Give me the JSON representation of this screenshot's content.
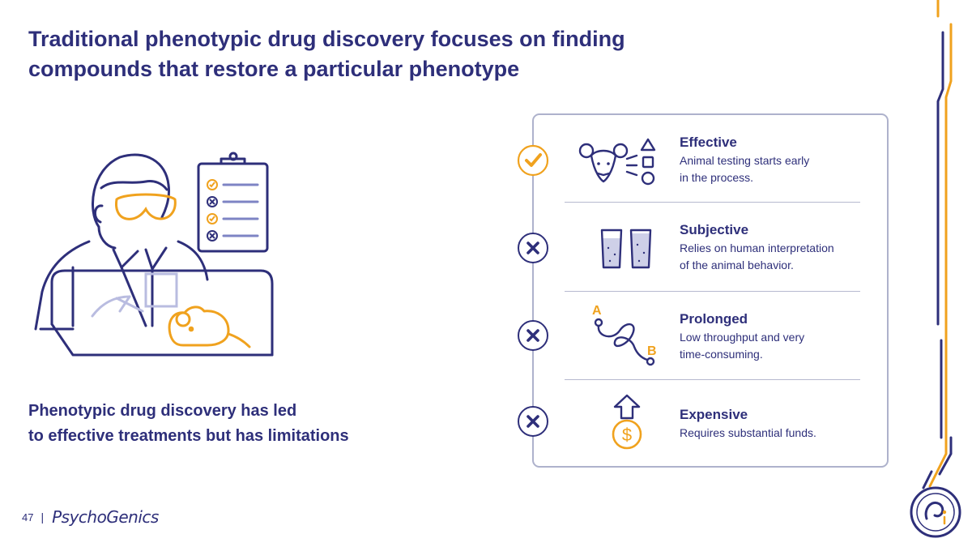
{
  "slide": {
    "title": "Traditional phenotypic drug discovery focuses on finding compounds that restore a particular phenotype",
    "subtitle_line1": "Phenotypic drug discovery has led",
    "subtitle_line2": "to effective treatments but has limitations",
    "page_number": "47",
    "separator": "|",
    "brand": "PsychoGenics"
  },
  "items": [
    {
      "title": "Effective",
      "description_line1": "Animal testing starts early",
      "description_line2": "in the process.",
      "status": "check",
      "icon": "mouse-shapes-icon"
    },
    {
      "title": "Subjective",
      "description_line1": "Relies on human interpretation",
      "description_line2": "of the animal behavior.",
      "status": "cross",
      "icon": "beakers-icon"
    },
    {
      "title": "Prolonged",
      "description_line1": "Low throughput and very",
      "description_line2": "time-consuming.",
      "status": "cross",
      "icon": "winding-path-icon"
    },
    {
      "title": "Expensive",
      "description_line1": "Requires substantial funds.",
      "description_line2": "",
      "status": "cross",
      "icon": "dollar-up-icon"
    }
  ],
  "path_labels": {
    "a": "A",
    "b": "B",
    "dollar": "$"
  },
  "colors": {
    "navy": "#2e2f7a",
    "orange": "#f0a21e",
    "lilac": "#7e84c4",
    "border": "#aeb2cc"
  }
}
